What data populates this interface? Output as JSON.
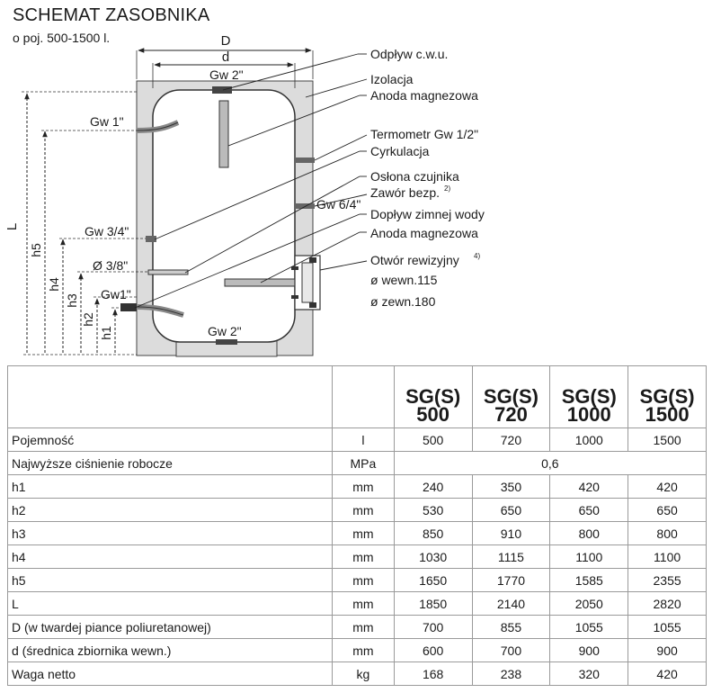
{
  "header": {
    "title": "SCHEMAT ZASOBNIKA",
    "subtitle": "o poj. 500-1500 l."
  },
  "diagram": {
    "dims": {
      "D": "D",
      "d": "d",
      "L": "L",
      "h5": "h5",
      "h4": "h4",
      "h3": "h3",
      "h2": "h2",
      "h1": "h1"
    },
    "connections": {
      "gw2_top": "Gw 2\"",
      "gw2_bottom": "Gw 2\"",
      "gw1_top": "Gw 1\"",
      "gw34": "Gw 3/4\"",
      "phi38": "Ø 3/8\"",
      "gw1_bottom": "Gw1\"",
      "gw64": "Gw 6/4\""
    },
    "callouts": [
      "Odpływ c.w.u.",
      "Izolacja",
      "Anoda magnezowa",
      "Termometr Gw 1/2\"",
      "Cyrkulacja",
      "Osłona czujnika",
      "Zawór bezp.",
      "Dopływ zimnej wody",
      "Anoda magnezowa",
      "Otwór rewizyjny",
      "ø wewn.115",
      "ø zewn.180"
    ],
    "footnotes": {
      "zawor": "2)",
      "otwor": "4)"
    }
  },
  "table": {
    "models": [
      "SG(S) 500",
      "SG(S) 720",
      "SG(S) 1000",
      "SG(S) 1500"
    ],
    "model_lines": [
      [
        "SG(S)",
        "500"
      ],
      [
        "SG(S)",
        "720"
      ],
      [
        "SG(S)",
        "1000"
      ],
      [
        "SG(S)",
        "1500"
      ]
    ],
    "rows": [
      {
        "param": "Pojemność",
        "unit": "l",
        "values": [
          "500",
          "720",
          "1000",
          "1500"
        ]
      },
      {
        "param": "Najwyższe ciśnienie robocze",
        "unit": "MPa",
        "merged": "0,6"
      },
      {
        "param": "h1",
        "unit": "mm",
        "values": [
          "240",
          "350",
          "420",
          "420"
        ]
      },
      {
        "param": "h2",
        "unit": "mm",
        "values": [
          "530",
          "650",
          "650",
          "650"
        ]
      },
      {
        "param": "h3",
        "unit": "mm",
        "values": [
          "850",
          "910",
          "800",
          "800"
        ]
      },
      {
        "param": "h4",
        "unit": "mm",
        "values": [
          "1030",
          "1115",
          "1100",
          "1100"
        ]
      },
      {
        "param": "h5",
        "unit": "mm",
        "values": [
          "1650",
          "1770",
          "1585",
          "2355"
        ]
      },
      {
        "param": "L",
        "unit": "mm",
        "values": [
          "1850",
          "2140",
          "2050",
          "2820"
        ]
      },
      {
        "param": "D (w twardej piance poliuretanowej)",
        "unit": "mm",
        "values": [
          "700",
          "855",
          "1055",
          "1055"
        ]
      },
      {
        "param": "d (średnica zbiornika wewn.)",
        "unit": "mm",
        "values": [
          "600",
          "700",
          "900",
          "900"
        ]
      },
      {
        "param": "Waga netto",
        "unit": "kg",
        "values": [
          "168",
          "238",
          "320",
          "420"
        ]
      }
    ]
  },
  "colors": {
    "insulation": "#dcdcdc",
    "tank": "#ffffff",
    "metal": "#5a5a5a",
    "line": "#222222"
  }
}
